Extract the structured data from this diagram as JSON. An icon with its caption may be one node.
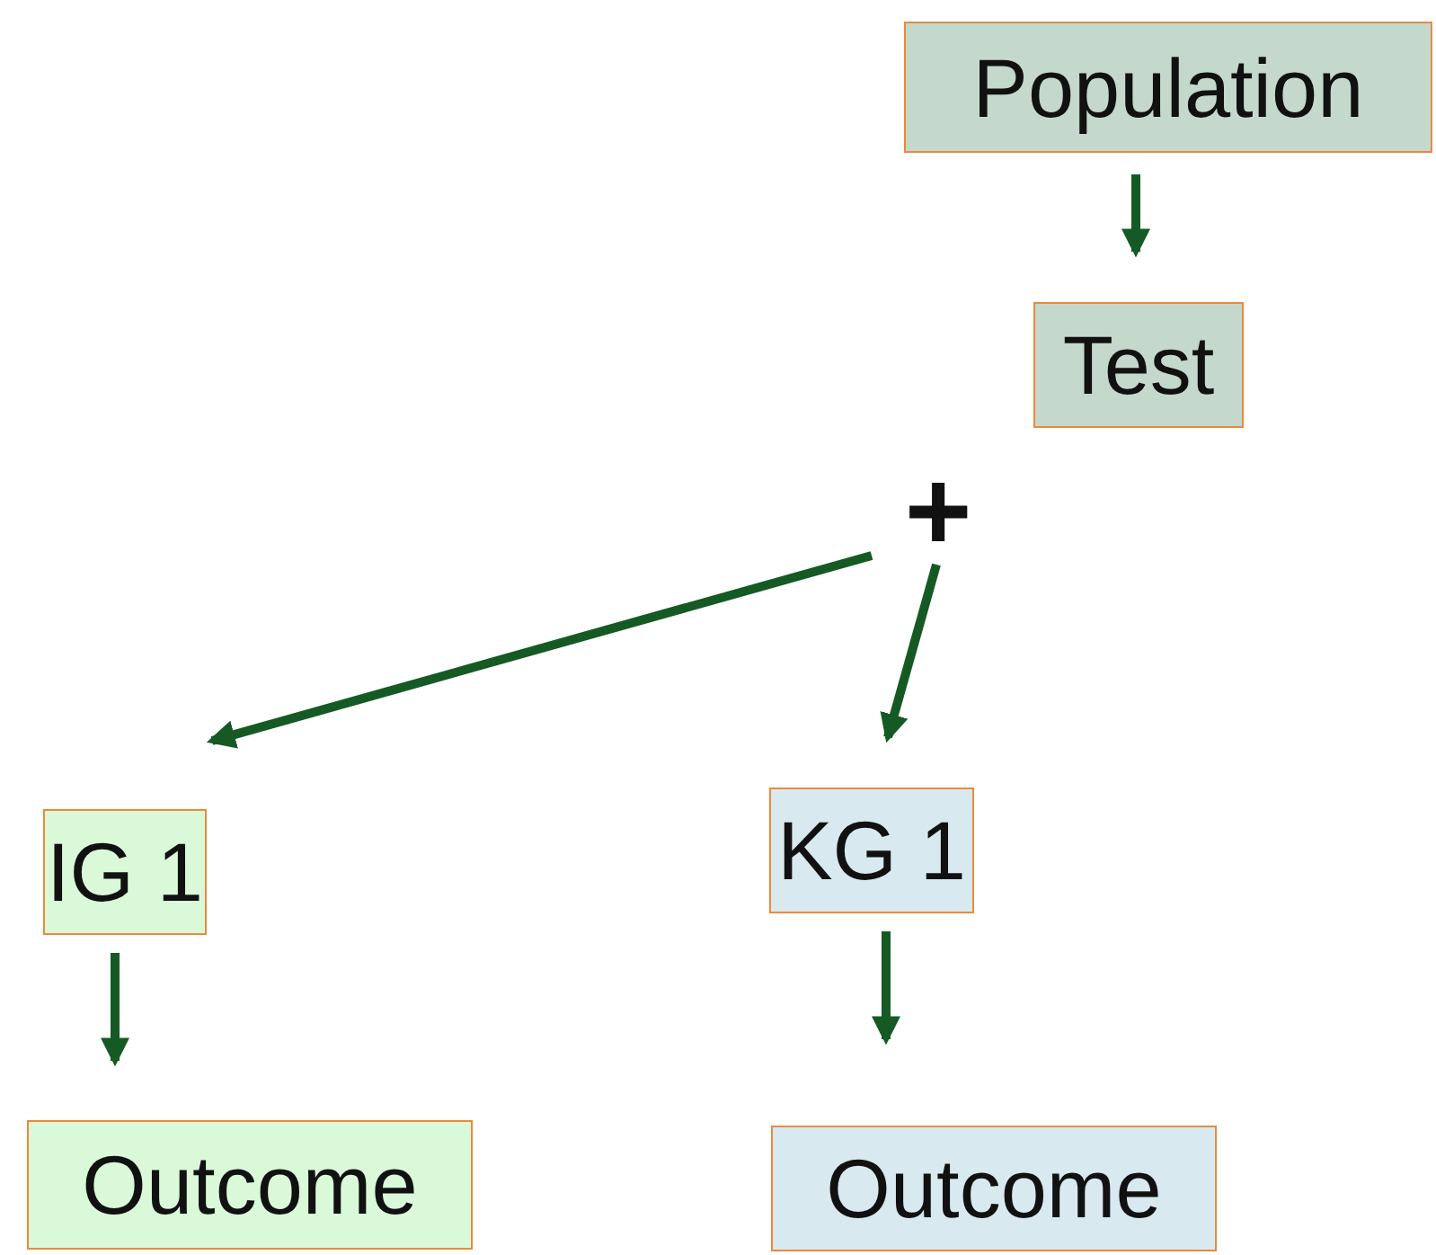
{
  "diagram": {
    "nodes": [
      {
        "text": [
          "Population"
        ]
      },
      {
        "text": [
          "Test"
        ]
      },
      {
        "text": [
          "+"
        ]
      },
      {
        "text": [
          "IG 1"
        ]
      },
      {
        "text": [
          "KG 1"
        ]
      },
      {
        "text": [
          "Outcome"
        ]
      },
      {
        "text": [
          "Outcome"
        ]
      }
    ],
    "edges": [
      {
        "from": 0,
        "to": 1,
        "arrow": "to"
      },
      {
        "from": 2,
        "to": 3,
        "arrow": "to"
      },
      {
        "from": 2,
        "to": 4,
        "arrow": "to"
      },
      {
        "from": 3,
        "to": 5,
        "arrow": "to"
      },
      {
        "from": 4,
        "to": 6,
        "arrow": "to"
      }
    ]
  }
}
